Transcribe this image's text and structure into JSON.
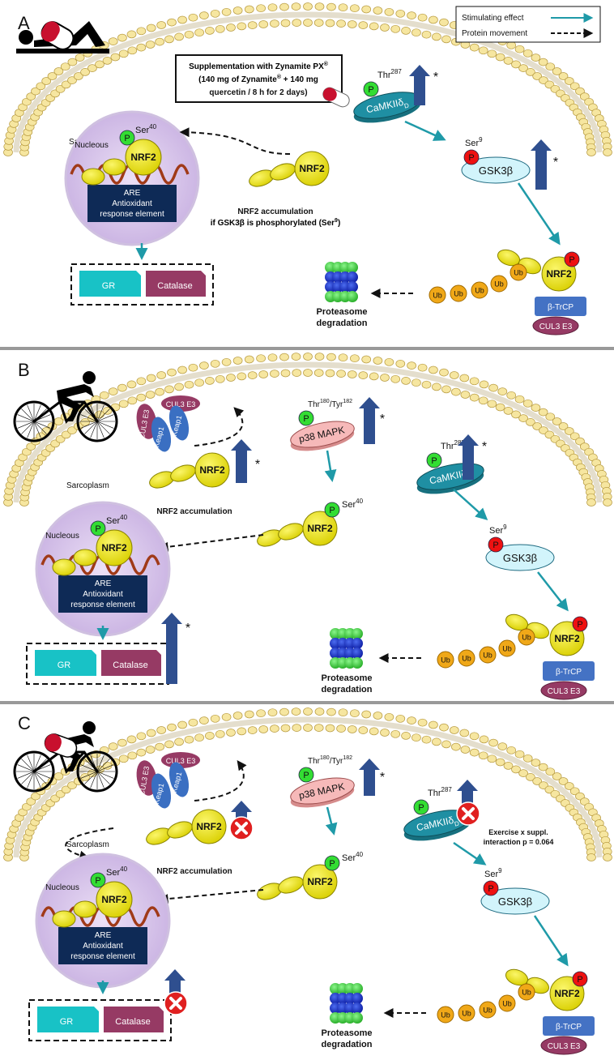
{
  "legend": {
    "stimulating": "Stimulating effect",
    "movement": "Protein movement"
  },
  "panels": [
    {
      "letter": "A",
      "supplement": {
        "line1": "Supplementation with Zynamite PX",
        "line2": "(140 mg of Zynamite",
        "line2b": " + 140 mg",
        "line3": "quercetin / 8 h for 2 days)",
        "reg": "®"
      },
      "sarcoplasm": "Sarcoplasm",
      "nucleus": "Nucleous",
      "ser40": "Ser",
      "ser40_sup": "40",
      "nrf2": "NRF2",
      "are": [
        "ARE",
        "Antioxidant",
        "response element"
      ],
      "gr": "GR",
      "catalase": "Catalase",
      "thr287": "Thr",
      "thr287_sup": "287",
      "camk": "CaMKIIδ",
      "camk_sub": "D",
      "ser9": "Ser",
      "ser9_sup": "9",
      "gsk": "GSK3β",
      "accum_line1": "NRF2 accumulation",
      "accum_line2": "if GSK3β is phosphorylated (Ser",
      "accum_sup": "9",
      "accum_end": ")",
      "btrcp": "β-TrCP",
      "cul3": "CUL3 E3",
      "ub": "Ub",
      "proteasome": [
        "Proteasome",
        "degradation"
      ],
      "p": "P",
      "star": "*"
    },
    {
      "letter": "B",
      "sarcoplasm": "Sarcoplasm",
      "nucleus": "Nucleous",
      "ser40": "Ser",
      "ser40_sup": "40",
      "nrf2": "NRF2",
      "are": [
        "ARE",
        "Antioxidant",
        "response element"
      ],
      "gr": "GR",
      "catalase": "Catalase",
      "thr287": "Thr",
      "thr287_sup": "287",
      "camk": "CaMKIIδ",
      "camk_sub": "D",
      "ser9": "Ser",
      "ser9_sup": "9",
      "gsk": "GSK3β",
      "p38": "p38 MAPK",
      "thr180": "Thr",
      "thr180_sup": "180",
      "tyr182": "/Tyr",
      "tyr182_sup": "182",
      "accum": "NRF2 accumulation",
      "keap1": "Keap1",
      "cul3": "CUL3 E3",
      "btrcp": "β-TrCP",
      "ub": "Ub",
      "proteasome": [
        "Proteasome",
        "degradation"
      ],
      "p": "P",
      "star": "*"
    },
    {
      "letter": "C",
      "sarcoplasm": "Sarcoplasm",
      "nucleus": "Nucleous",
      "ser40": "Ser",
      "ser40_sup": "40",
      "nrf2": "NRF2",
      "are": [
        "ARE",
        "Antioxidant",
        "response element"
      ],
      "gr": "GR",
      "catalase": "Catalase",
      "thr287": "Thr",
      "thr287_sup": "287",
      "camk": "CaMKIIδ",
      "camk_sub": "D",
      "ser9": "Ser",
      "ser9_sup": "9",
      "gsk": "GSK3β",
      "p38": "p38 MAPK",
      "thr180": "Thr",
      "thr180_sup": "180",
      "tyr182": "/Tyr",
      "tyr182_sup": "182",
      "accum": "NRF2 accumulation",
      "keap1": "Keap1",
      "cul3": "CUL3 E3",
      "btrcp": "β-TrCP",
      "ub": "Ub",
      "proteasome": [
        "Proteasome",
        "degradation"
      ],
      "interaction": [
        "Exercise x suppl.",
        "interaction p = 0.064"
      ],
      "p": "P",
      "star": "*"
    }
  ],
  "colors": {
    "arrow_teal": "#1f9aa8",
    "up_arrow": "#2f4f8f",
    "nrf2_fill": "#e8e000",
    "nucleus_fill": "#d7c4ea",
    "are_fill": "#0e2a56",
    "gr_fill": "#18c2c6",
    "catalase_fill": "#963a64",
    "camk_fill": "#1f8fa3",
    "gsk_fill": "#d2f4fb",
    "p38_fill": "#f6b9b9",
    "keap1_fill": "#3a6fc2",
    "cul3_fill": "#963a64",
    "btrcp_fill": "#4472c4",
    "ub_fill": "#f0a818",
    "p_green": "#33dd33",
    "p_red": "#ee1111",
    "block_red": "#e02020",
    "divider": "#999999"
  }
}
